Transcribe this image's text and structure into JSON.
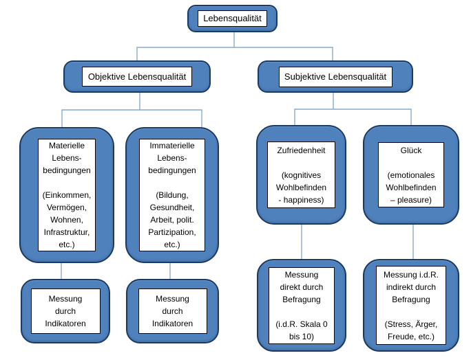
{
  "diagram": {
    "title": "Lebensqualität",
    "colors": {
      "node_fill": "#4f81bd",
      "node_border": "#1b3a63",
      "panel_bg": "#ffffff",
      "panel_border": "#000000",
      "connector": "#8aa9cf"
    },
    "nodes": {
      "root": {
        "lines": [
          "Lebensqualität"
        ]
      },
      "objective": {
        "lines": [
          "Objektive Lebensqualität"
        ]
      },
      "subjective": {
        "lines": [
          "Subjektive Lebensqualität"
        ]
      },
      "material": {
        "lines": [
          "Materielle",
          "Lebens-",
          "bedingungen",
          "",
          "(Einkommen,",
          "Vermögen,",
          "Wohnen,",
          "Infrastruktur,",
          "etc.)"
        ]
      },
      "immaterial": {
        "lines": [
          "Immaterielle",
          "Lebens-",
          "bedingungen",
          "",
          "(Bildung,",
          "Gesundheit,",
          "Arbeit, polit.",
          "Partizipation,",
          "etc.)"
        ]
      },
      "satisfaction": {
        "lines": [
          "Zufriedenheit",
          "",
          "(kognitives",
          "Wohlbefinden",
          "- happiness)"
        ]
      },
      "happiness": {
        "lines": [
          "Glück",
          "",
          "(emotionales",
          "Wohlbefinden",
          "– pleasure)"
        ]
      },
      "measure_indicators_left": {
        "lines": [
          "Messung",
          "durch",
          "Indikatoren"
        ]
      },
      "measure_indicators_right": {
        "lines": [
          "Messung",
          "durch",
          "Indikatoren"
        ]
      },
      "measure_direct": {
        "lines": [
          "Messung",
          "direkt durch",
          "Befragung",
          "",
          "(i.d.R. Skala 0",
          "bis 10)"
        ]
      },
      "measure_indirect": {
        "lines": [
          "Messung i.d.R.",
          "indirekt durch",
          "Befragung",
          "",
          "(Stress, Ärger,",
          "Freude, etc.)"
        ]
      }
    }
  }
}
